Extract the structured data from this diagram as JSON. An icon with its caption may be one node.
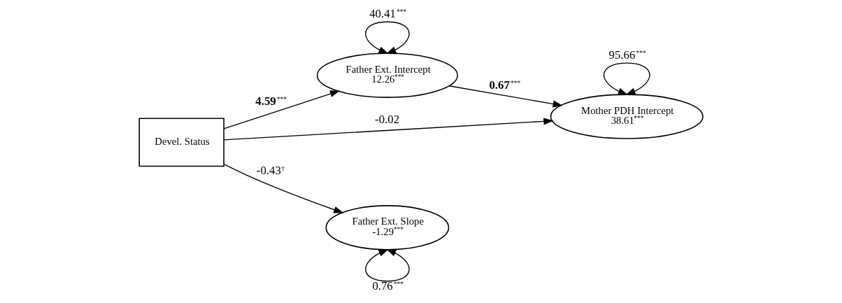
{
  "diagram": {
    "nodes": [
      {
        "text": [
          "Devel. Status"
        ]
      },
      {
        "text": [
          "Father Ext. Intercept",
          "12.26$^{***}$"
        ]
      },
      {
        "text": [
          "Mother PDH Intercept",
          "38.61$^{***}$"
        ]
      },
      {
        "text": [
          "Father Ext. Slope",
          "-1.29$^{***}$"
        ]
      }
    ],
    "edges": [
      {
        "from": 1,
        "to": 1,
        "arrow": "both",
        "label": "40.41$^{***}$"
      },
      {
        "from": 0,
        "to": 1,
        "arrow": "to",
        "label": "**4.59**$^{***}$"
      },
      {
        "from": 1,
        "to": 2,
        "arrow": "to",
        "label": "**0.67**$^{***}$"
      },
      {
        "from": 2,
        "to": 2,
        "arrow": "both",
        "label": "95.66$^{***}$"
      },
      {
        "from": 0,
        "to": 2,
        "arrow": "to",
        "label": "-0.02"
      },
      {
        "from": 0,
        "to": 3,
        "arrow": "to",
        "label": "-0.43$^{†}$"
      },
      {
        "from": 3,
        "to": 3,
        "arrow": "both",
        "label": "0.76$^{***}$"
      }
    ]
  }
}
